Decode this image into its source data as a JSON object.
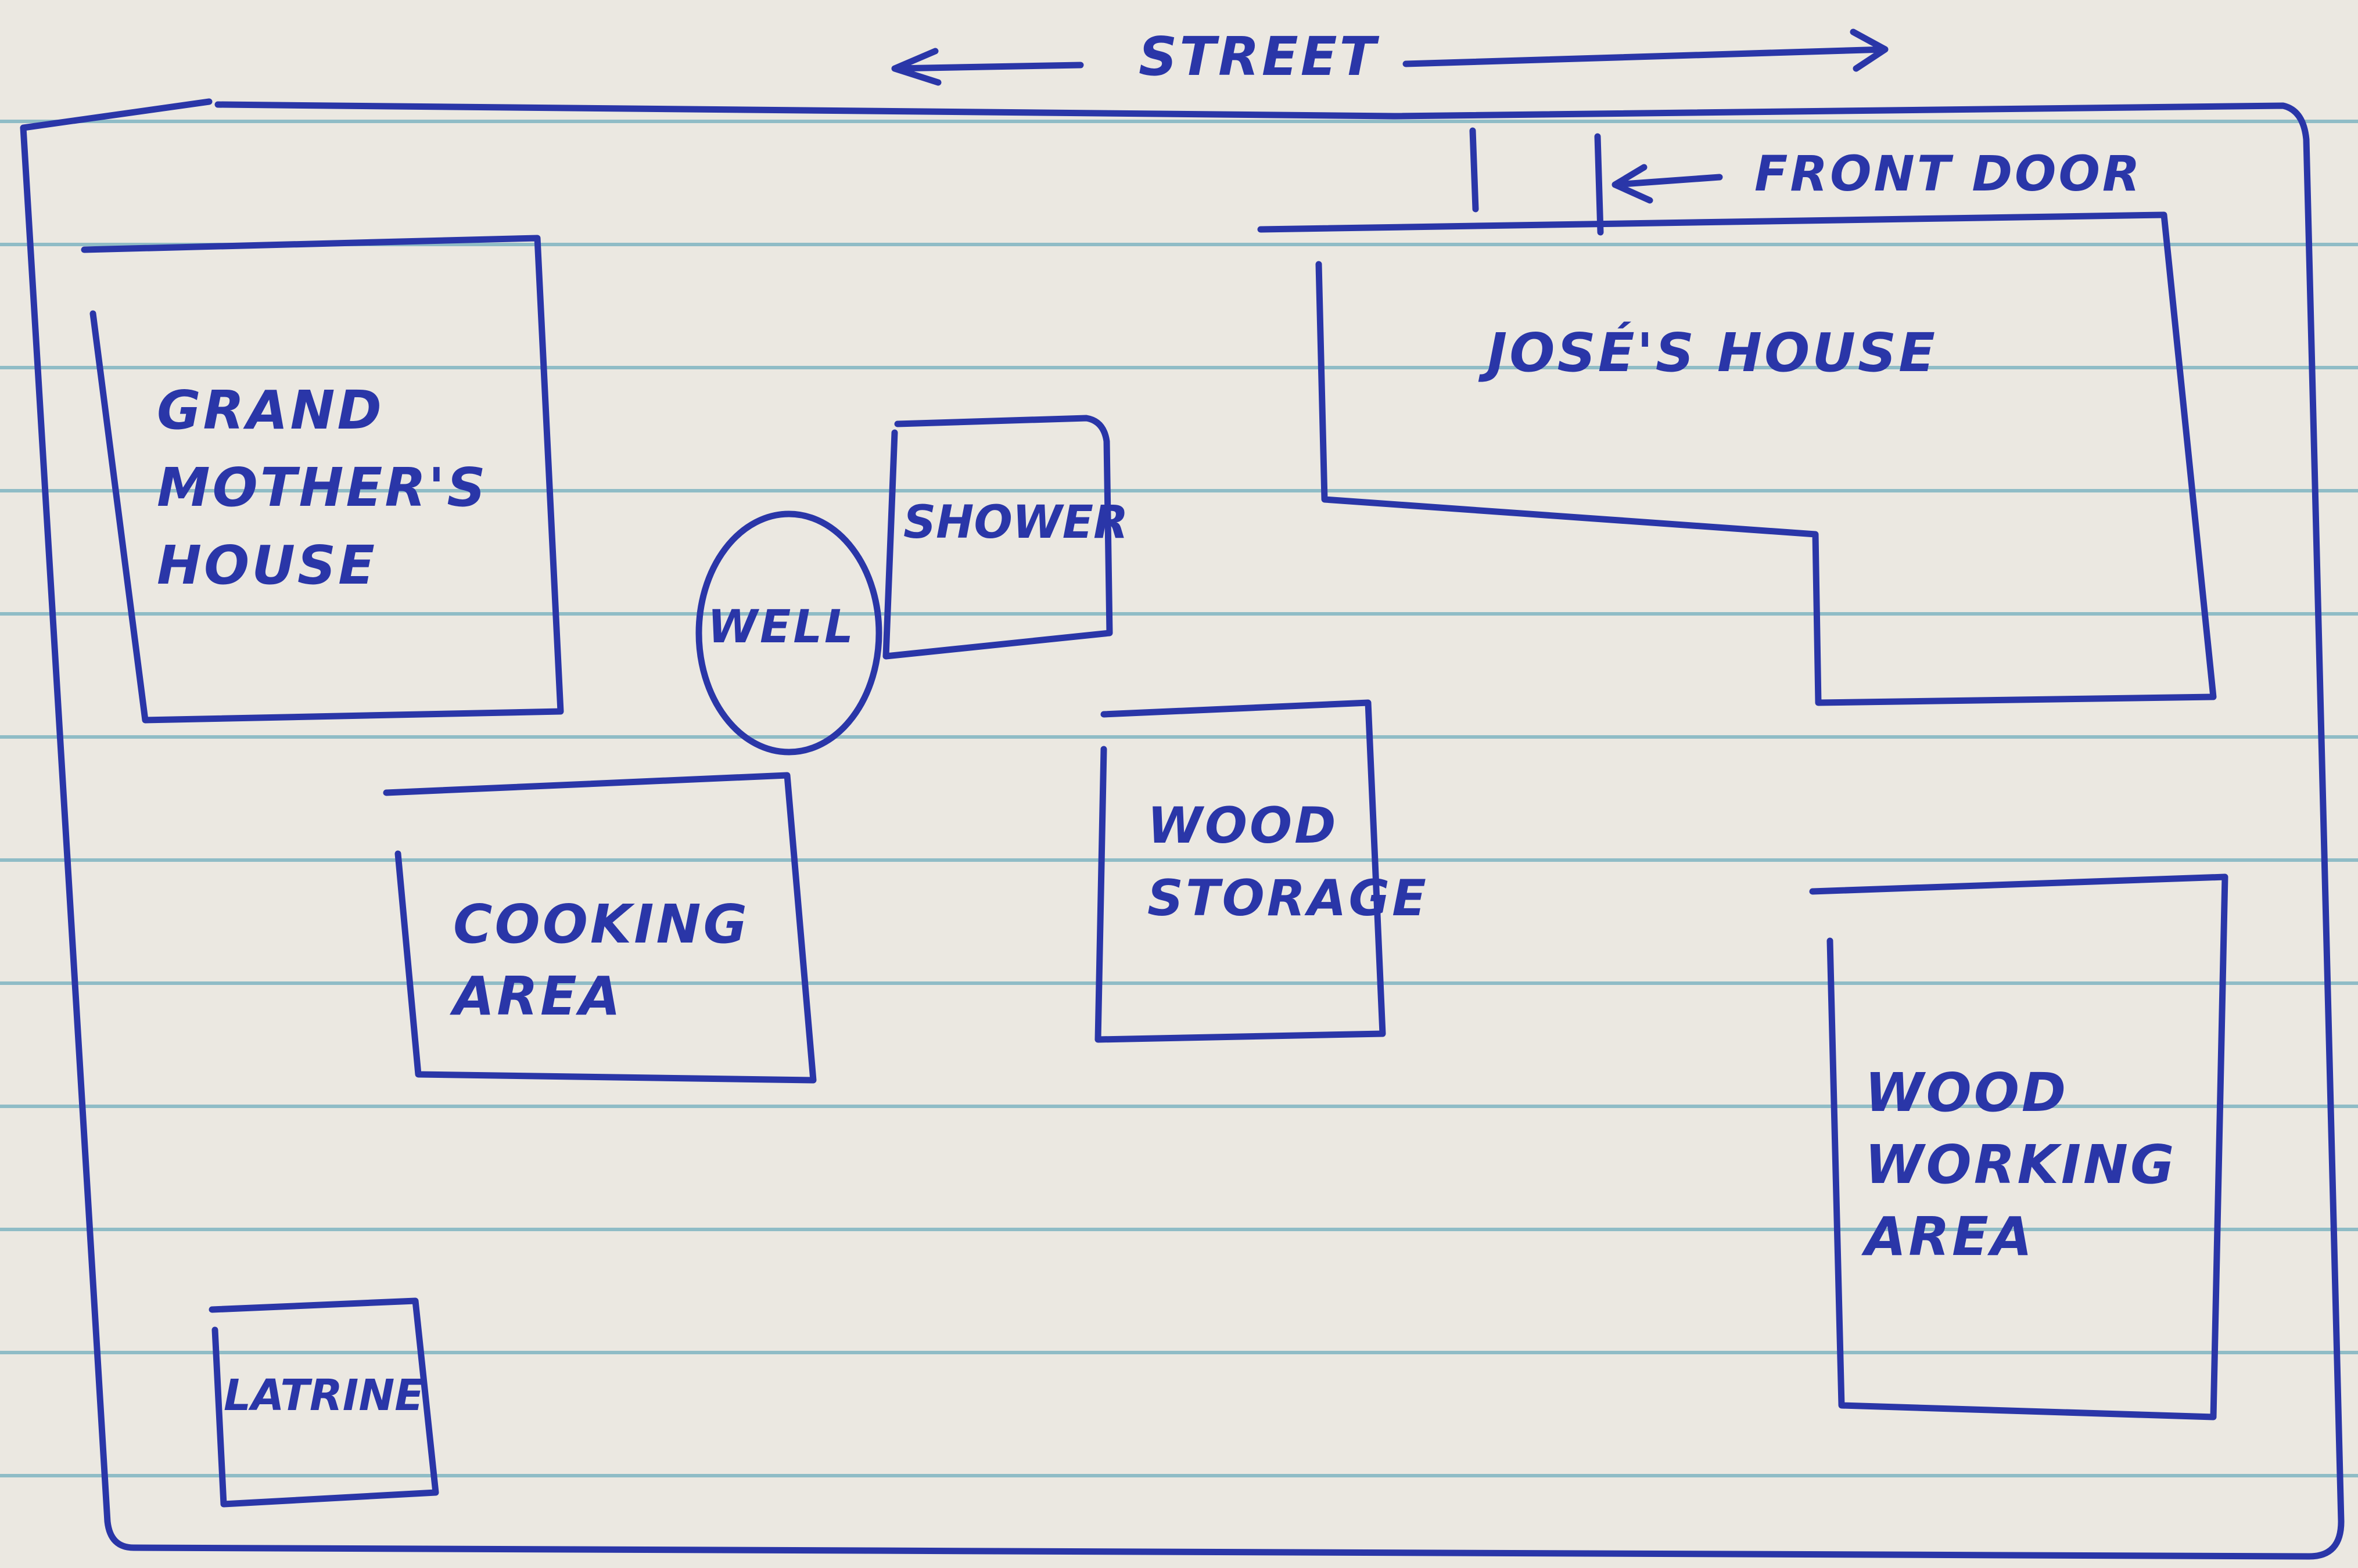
{
  "labels": {
    "street": "STREET",
    "front_door": "FRONT DOOR",
    "jose_house": "JOSÉ'S HOUSE",
    "grandmother_house": "GRAND\nMOTHER'S\nHOUSE",
    "shower": "SHOWER",
    "well": "WELL",
    "cooking_area": "COOKING\nAREA",
    "wood_storage": "WOOD\nSTORAGE",
    "wood_working_area": "WOOD\nWORKING\nAREA",
    "latrine": "LATRINE"
  },
  "colors": {
    "ink": "#2a36a8",
    "paper": "#ebe8e1",
    "rule_line": "#8fbcc6"
  }
}
